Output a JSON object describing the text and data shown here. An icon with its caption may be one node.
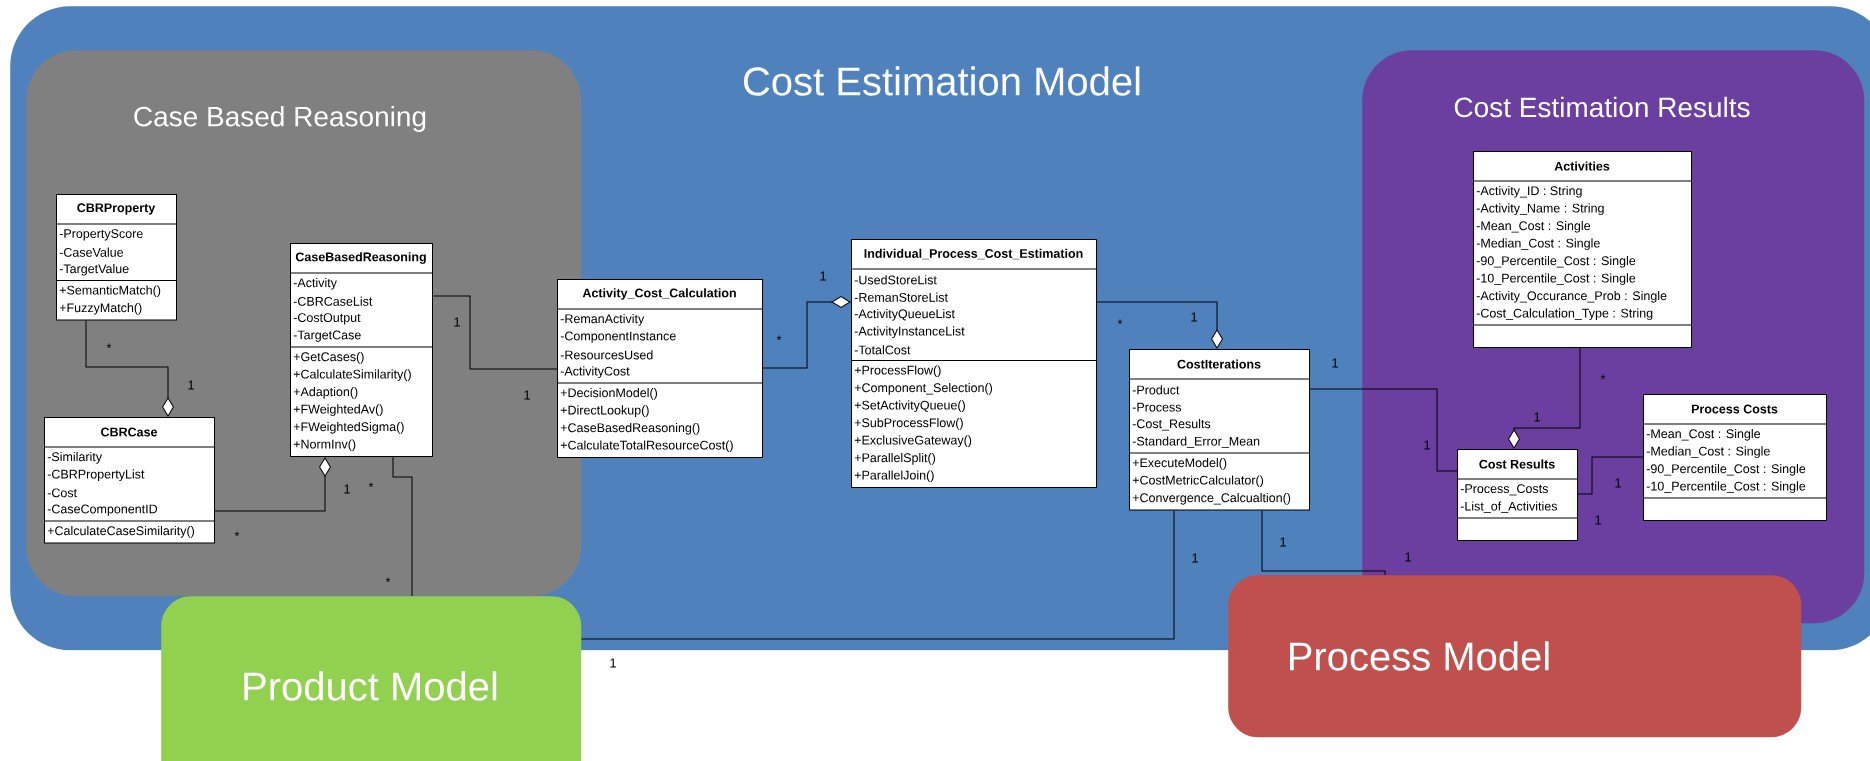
{
  "diagram": {
    "nodes": [
      {
        "text": [
          "Cost Estimation Model"
        ]
      },
      {
        "text": [
          "Case Based Reasoning"
        ],
        "in": 0
      },
      {
        "text": [
          "CBRProperty",
          "-PropertyScore",
          "-CaseValue",
          "-TargetValue",
          "+SemanticMatch()",
          "+FuzzyMatch()"
        ],
        "in": 1
      },
      {
        "text": [
          "CaseBasedReasoning",
          "-Activity",
          "-CBRCaseList",
          "-CostOutput",
          "-TargetCase",
          "+GetCases()",
          "+CalculateSimilarity()",
          "+Adaption()",
          "+FWeightedAv()",
          "+FWeightedSigma()",
          "+NormInv()"
        ],
        "in": 1
      },
      {
        "text": [
          "CBRCase",
          "-Similarity",
          "-CBRPropertyList",
          "-Cost",
          "-CaseComponentID",
          "+CalculateCaseSimilarity()"
        ],
        "in": 1
      },
      {
        "text": [
          "Activity_Cost_Calculation",
          "-RemanActivity",
          "-ComponentInstance",
          "-ResourcesUsed",
          "-ActivityCost",
          "+DecisionModel()",
          "+DirectLookup()",
          "+CaseBasedReasoning()",
          "+CalculateTotalResourceCost()"
        ],
        "in": 0
      },
      {
        "text": [
          "Individual_Process_Cost_Estimation",
          "-UsedStoreList",
          "-RemanStoreList",
          "-ActivityQueueList",
          "-ActivityInstanceList",
          "-TotalCost",
          "+ProcessFlow()",
          "+Component_Selection()",
          "+SetActivityQueue()",
          "+SubProcessFlow()",
          "+ExclusiveGateway()",
          "+ParallelSplit()",
          "+ParallelJoin()"
        ],
        "in": 0
      },
      {
        "text": [
          "CostIterations",
          "-Product",
          "-Process",
          "-Cost_Results",
          "-Standard_Error_Mean",
          "+ExecuteModel()",
          "+CostMetricCalculator()",
          "+Convergence_Calcualtion()"
        ],
        "in": 0
      },
      {
        "text": [
          "Cost Estimation Results"
        ],
        "in": 0
      },
      {
        "text": [
          "Activities",
          "-Activity_ID : String",
          "-Activity_Name : String",
          "-Mean_Cost : Single",
          "-Median_Cost : Single",
          "-90_Percentile_Cost : Single",
          "-10_Percentile_Cost : Single",
          "-Activity_Occurance_Prob : Single",
          "-Cost_Calculation_Type : String"
        ],
        "in": 8
      },
      {
        "text": [
          "Process Costs",
          "-Mean_Cost : Single",
          "-Median_Cost : Single",
          "-90_Percentile_Cost : Single",
          "-10_Percentile_Cost : Single"
        ],
        "in": 8
      },
      {
        "text": [
          "Cost Results",
          "-Process_Costs",
          "-List_of_Activities"
        ],
        "in": 8
      },
      {
        "text": [
          "Product Model"
        ]
      },
      {
        "text": [
          "Process Model"
        ]
      }
    ],
    "edges": [
      {
        "from": 2,
        "to": 4,
        "arrow": "other"
      },
      {
        "from": 4,
        "to": 3,
        "arrow": "other"
      },
      {
        "from": 3,
        "to": 5,
        "arrow": "none"
      },
      {
        "from": 3,
        "to": 12,
        "arrow": "none"
      },
      {
        "from": 5,
        "to": 6,
        "arrow": "other"
      },
      {
        "from": 6,
        "to": 7,
        "arrow": "other"
      },
      {
        "from": 7,
        "to": 11,
        "arrow": "none"
      },
      {
        "from": 9,
        "to": 11,
        "arrow": "other"
      },
      {
        "from": 11,
        "to": 10,
        "arrow": "none"
      },
      {
        "from": 7,
        "to": 12,
        "arrow": "none"
      },
      {
        "from": 7,
        "to": 13,
        "arrow": "none"
      }
    ],
    "labels": [
      "*",
      "1",
      "*",
      "1",
      "1",
      "1",
      "*",
      "*",
      "*",
      "1",
      "*",
      "1",
      "1",
      "1",
      "*",
      "1",
      "1",
      "1",
      "1",
      "1",
      "1",
      "1"
    ]
  }
}
